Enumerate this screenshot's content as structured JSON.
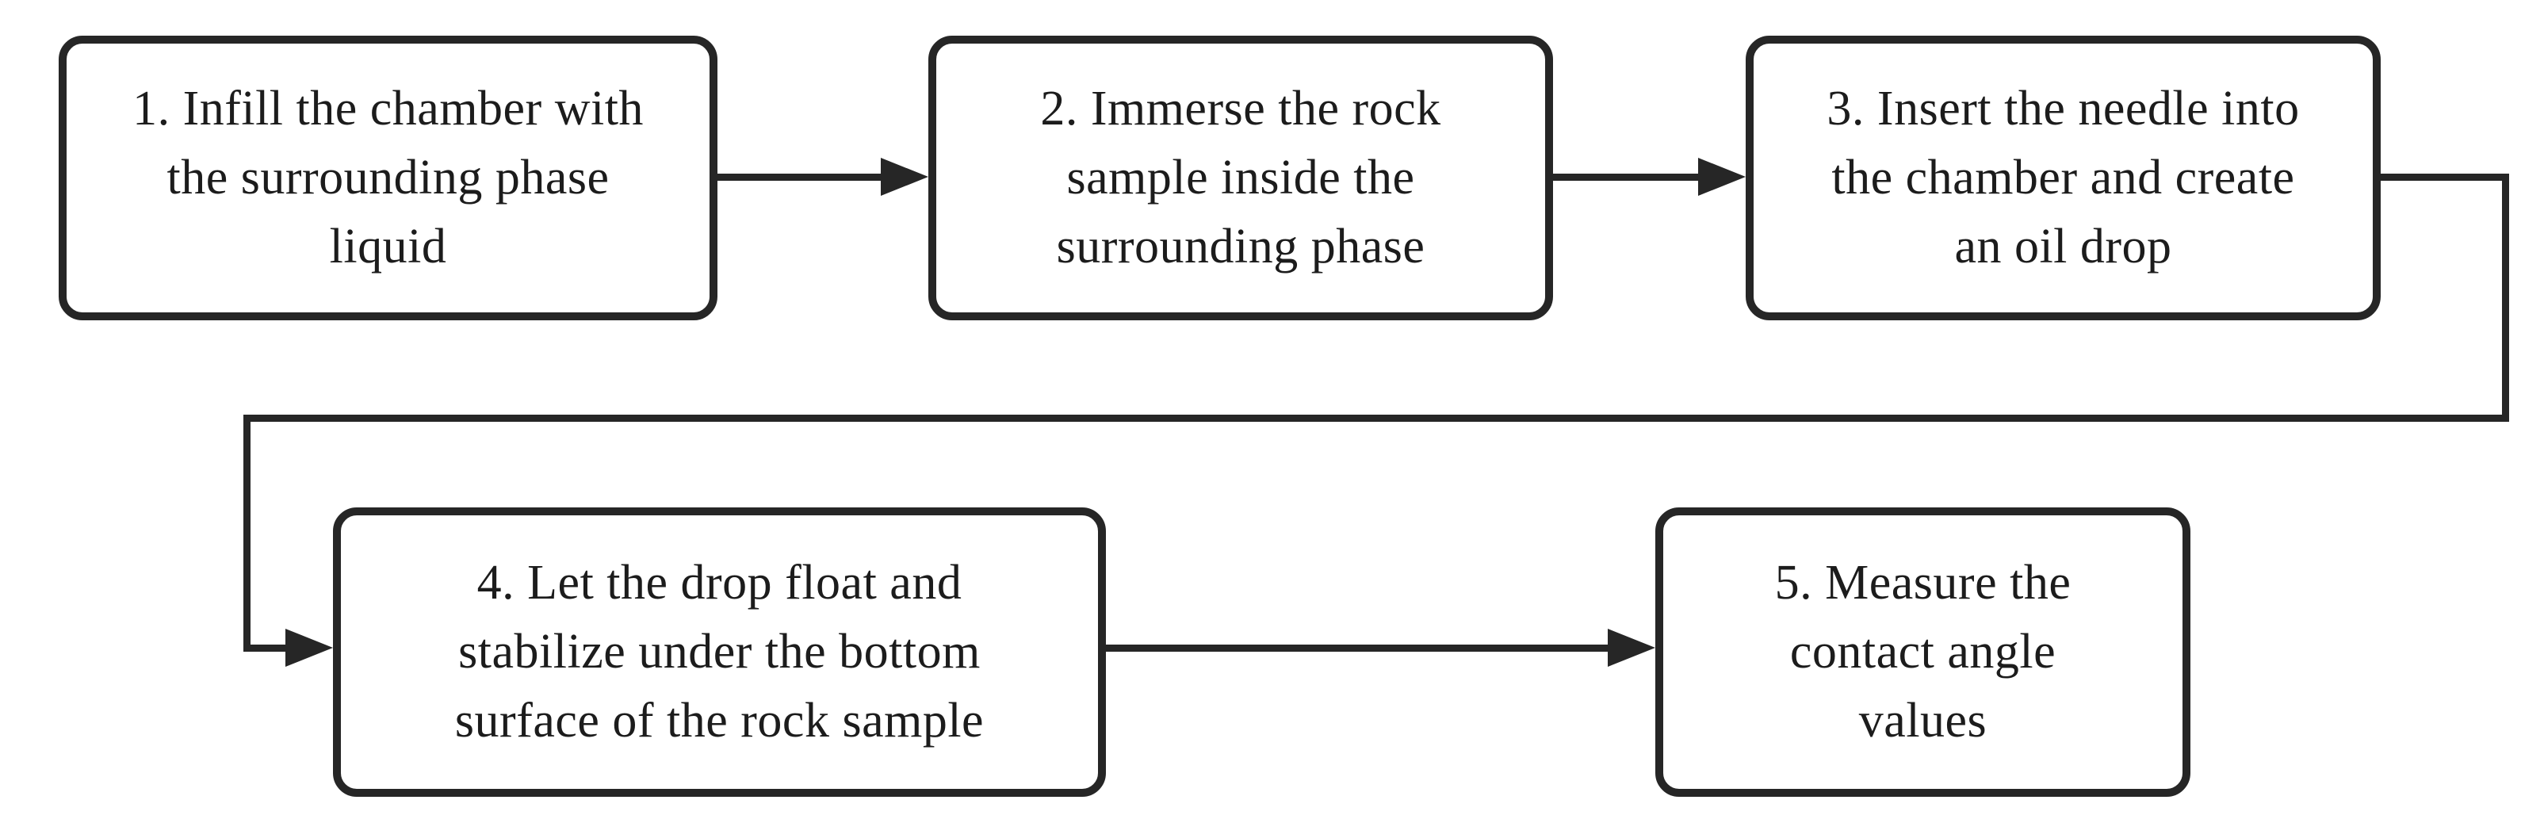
{
  "diagram": {
    "type": "flowchart",
    "background_color": "#ffffff",
    "ink_color": "#262626",
    "boxes": [
      {
        "id": "step-1",
        "lines": [
          "1. Infill the chamber with",
          "the surrounding phase",
          "liquid"
        ]
      },
      {
        "id": "step-2",
        "lines": [
          "2. Immerse the rock",
          "sample inside the",
          "surrounding phase"
        ]
      },
      {
        "id": "step-3",
        "lines": [
          "3. Insert the needle into",
          "the chamber and create",
          "an oil drop"
        ]
      },
      {
        "id": "step-4",
        "lines": [
          "4. Let the drop float and",
          "stabilize under the bottom",
          "surface of the rock sample"
        ]
      },
      {
        "id": "step-5",
        "lines": [
          "5. Measure the",
          "contact angle",
          "values"
        ]
      }
    ],
    "connectors": [
      {
        "from": "step-1",
        "to": "step-2",
        "style": "straight-arrow"
      },
      {
        "from": "step-2",
        "to": "step-3",
        "style": "straight-arrow"
      },
      {
        "from": "step-3",
        "to": "step-4",
        "style": "elbow-arrow"
      },
      {
        "from": "step-4",
        "to": "step-5",
        "style": "straight-arrow"
      }
    ]
  }
}
